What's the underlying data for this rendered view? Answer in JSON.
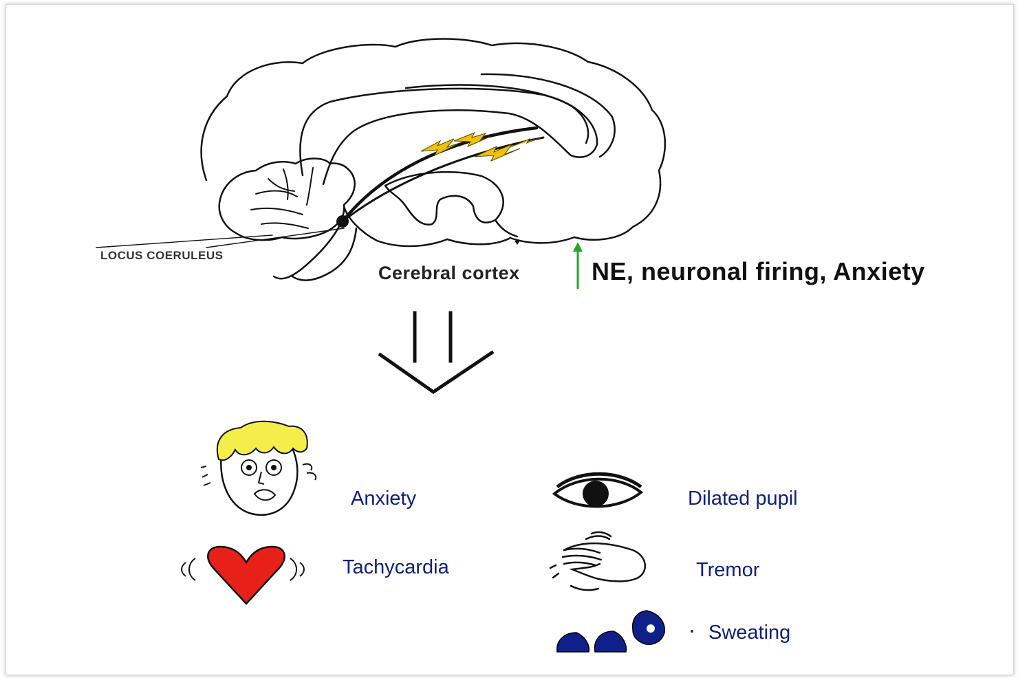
{
  "labels": {
    "locus": "LOCUS COERULEUS",
    "cortex": "Cerebral cortex",
    "effect": "NE, neuronal firing, Anxiety"
  },
  "symptoms": [
    {
      "label": "Anxiety",
      "icon": "worried-face-icon"
    },
    {
      "label": "Dilated pupil",
      "icon": "eye-icon"
    },
    {
      "label": "Tachycardia",
      "icon": "heart-icon"
    },
    {
      "label": "Tremor",
      "icon": "shaking-hand-icon"
    },
    {
      "label": "Sweating",
      "icon": "sweat-drops-icon"
    }
  ],
  "colors": {
    "up_arrow": "#22aa22",
    "symptom_text": "#0d1f7a",
    "heart": "#e8201a",
    "hair": "#f4ee4a",
    "drops": "#10208a"
  }
}
